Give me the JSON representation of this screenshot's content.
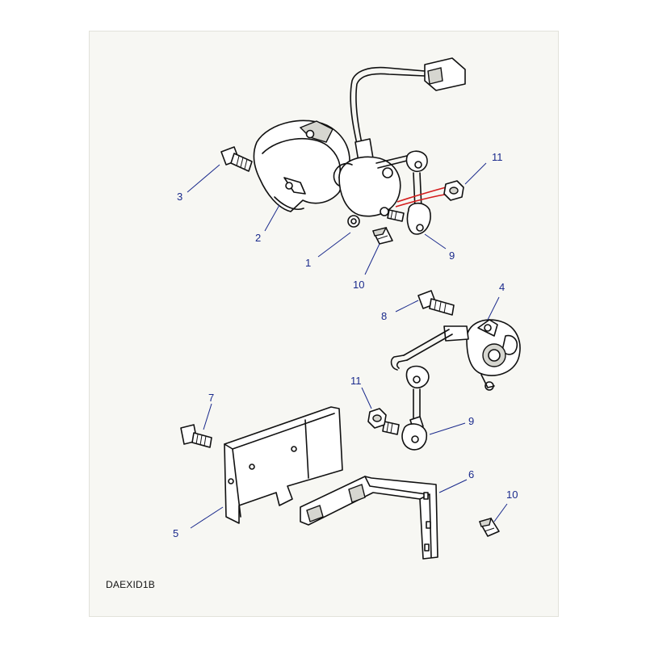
{
  "diagram": {
    "code": "DAEXID1B",
    "callouts": [
      {
        "id": "c1",
        "label": "1"
      },
      {
        "id": "c2",
        "label": "2"
      },
      {
        "id": "c3",
        "label": "3"
      },
      {
        "id": "c4",
        "label": "4"
      },
      {
        "id": "c5",
        "label": "5"
      },
      {
        "id": "c6",
        "label": "6"
      },
      {
        "id": "c7",
        "label": "7"
      },
      {
        "id": "c8",
        "label": "8"
      },
      {
        "id": "c9a",
        "label": "9"
      },
      {
        "id": "c9b",
        "label": "9"
      },
      {
        "id": "c10a",
        "label": "10"
      },
      {
        "id": "c10b",
        "label": "10"
      },
      {
        "id": "c11a",
        "label": "11"
      },
      {
        "id": "c11b",
        "label": "11"
      }
    ],
    "colors": {
      "callout": "#1a2a8c",
      "highlight": "#d41c1c",
      "background": "#f7f7f3"
    }
  }
}
